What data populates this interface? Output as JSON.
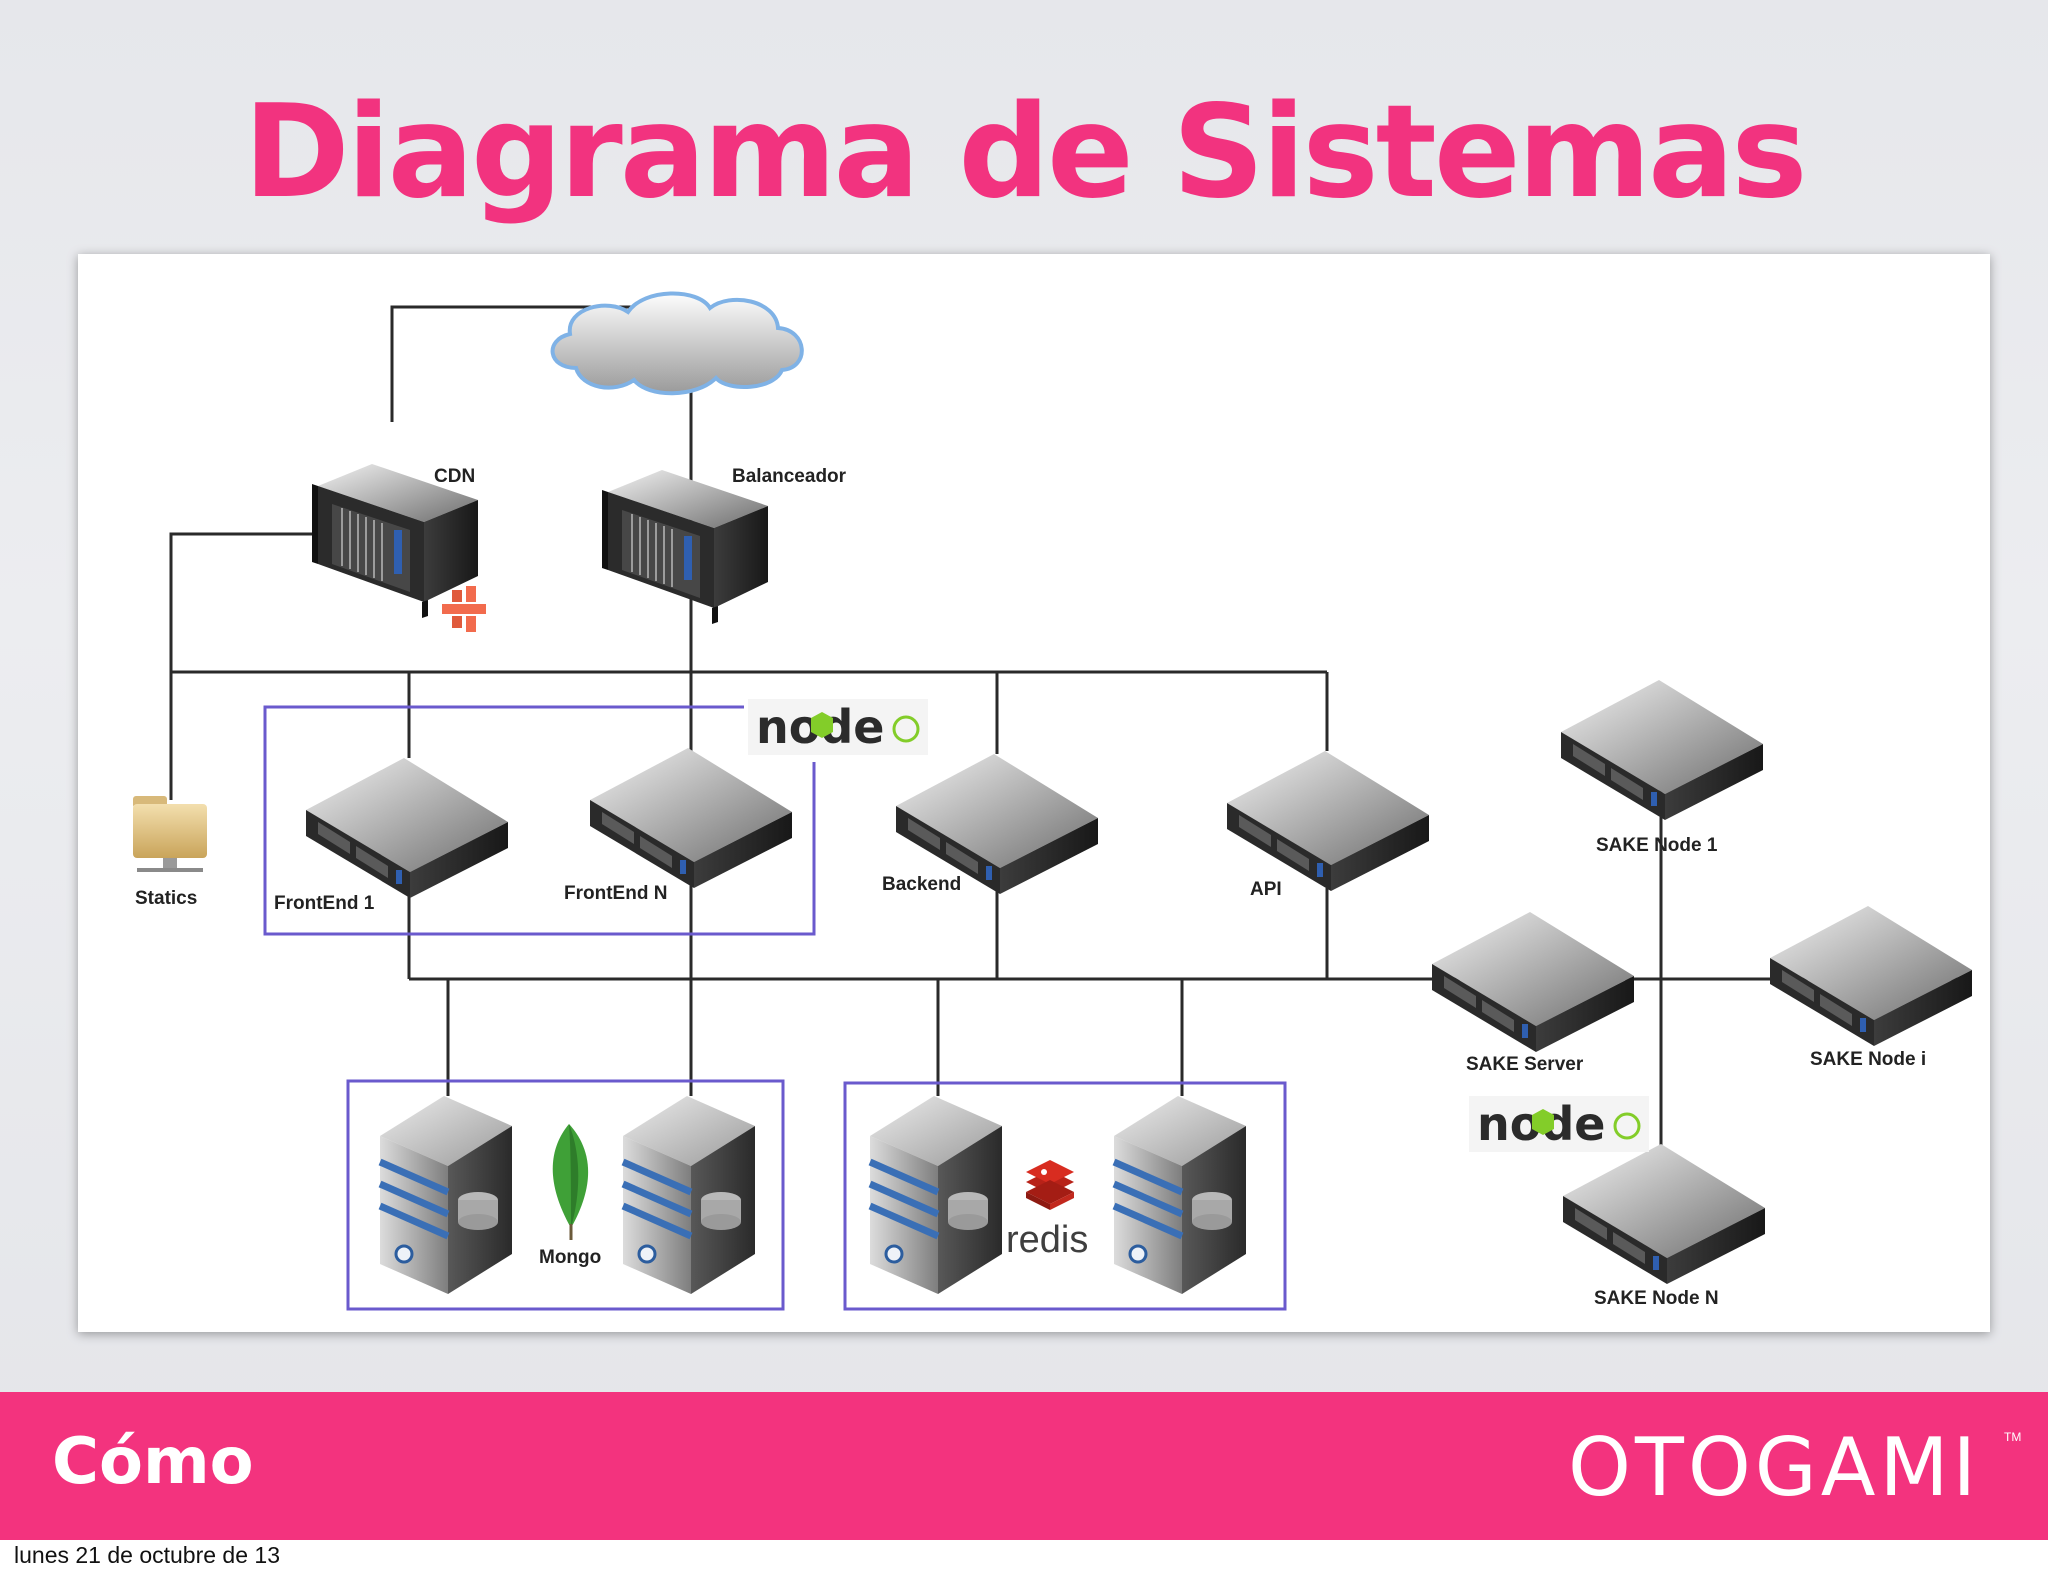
{
  "slide": {
    "title": "Diagrama de Sistemas",
    "section_label": "Cómo",
    "brand": "OTOGAMI",
    "brand_mark": "TM",
    "date_label": "lunes 21 de octubre de 13"
  },
  "diagram": {
    "nodes": {
      "cdn": "CDN",
      "balancer": "Balanceador",
      "statics": "Statics",
      "frontend_1": "FrontEnd 1",
      "frontend_n": "FrontEnd N",
      "backend": "Backend",
      "api": "API",
      "sake_node_1": "SAKE Node 1",
      "sake_server": "SAKE Server",
      "sake_node_i": "SAKE Node i",
      "sake_node_n": "SAKE Node N",
      "mongo": "Mongo"
    },
    "logos": {
      "node_frontend": "node",
      "node_sake": "node",
      "redis": "redis"
    },
    "colors": {
      "group_border": "#6a5acd",
      "connector": "#2a2a2a",
      "brand_pink": "#f3337e",
      "mongo_leaf": "#3fa037",
      "node_green": "#83cd29",
      "redis_red": "#d82c20",
      "aws_orange": "#f26b4d"
    }
  }
}
